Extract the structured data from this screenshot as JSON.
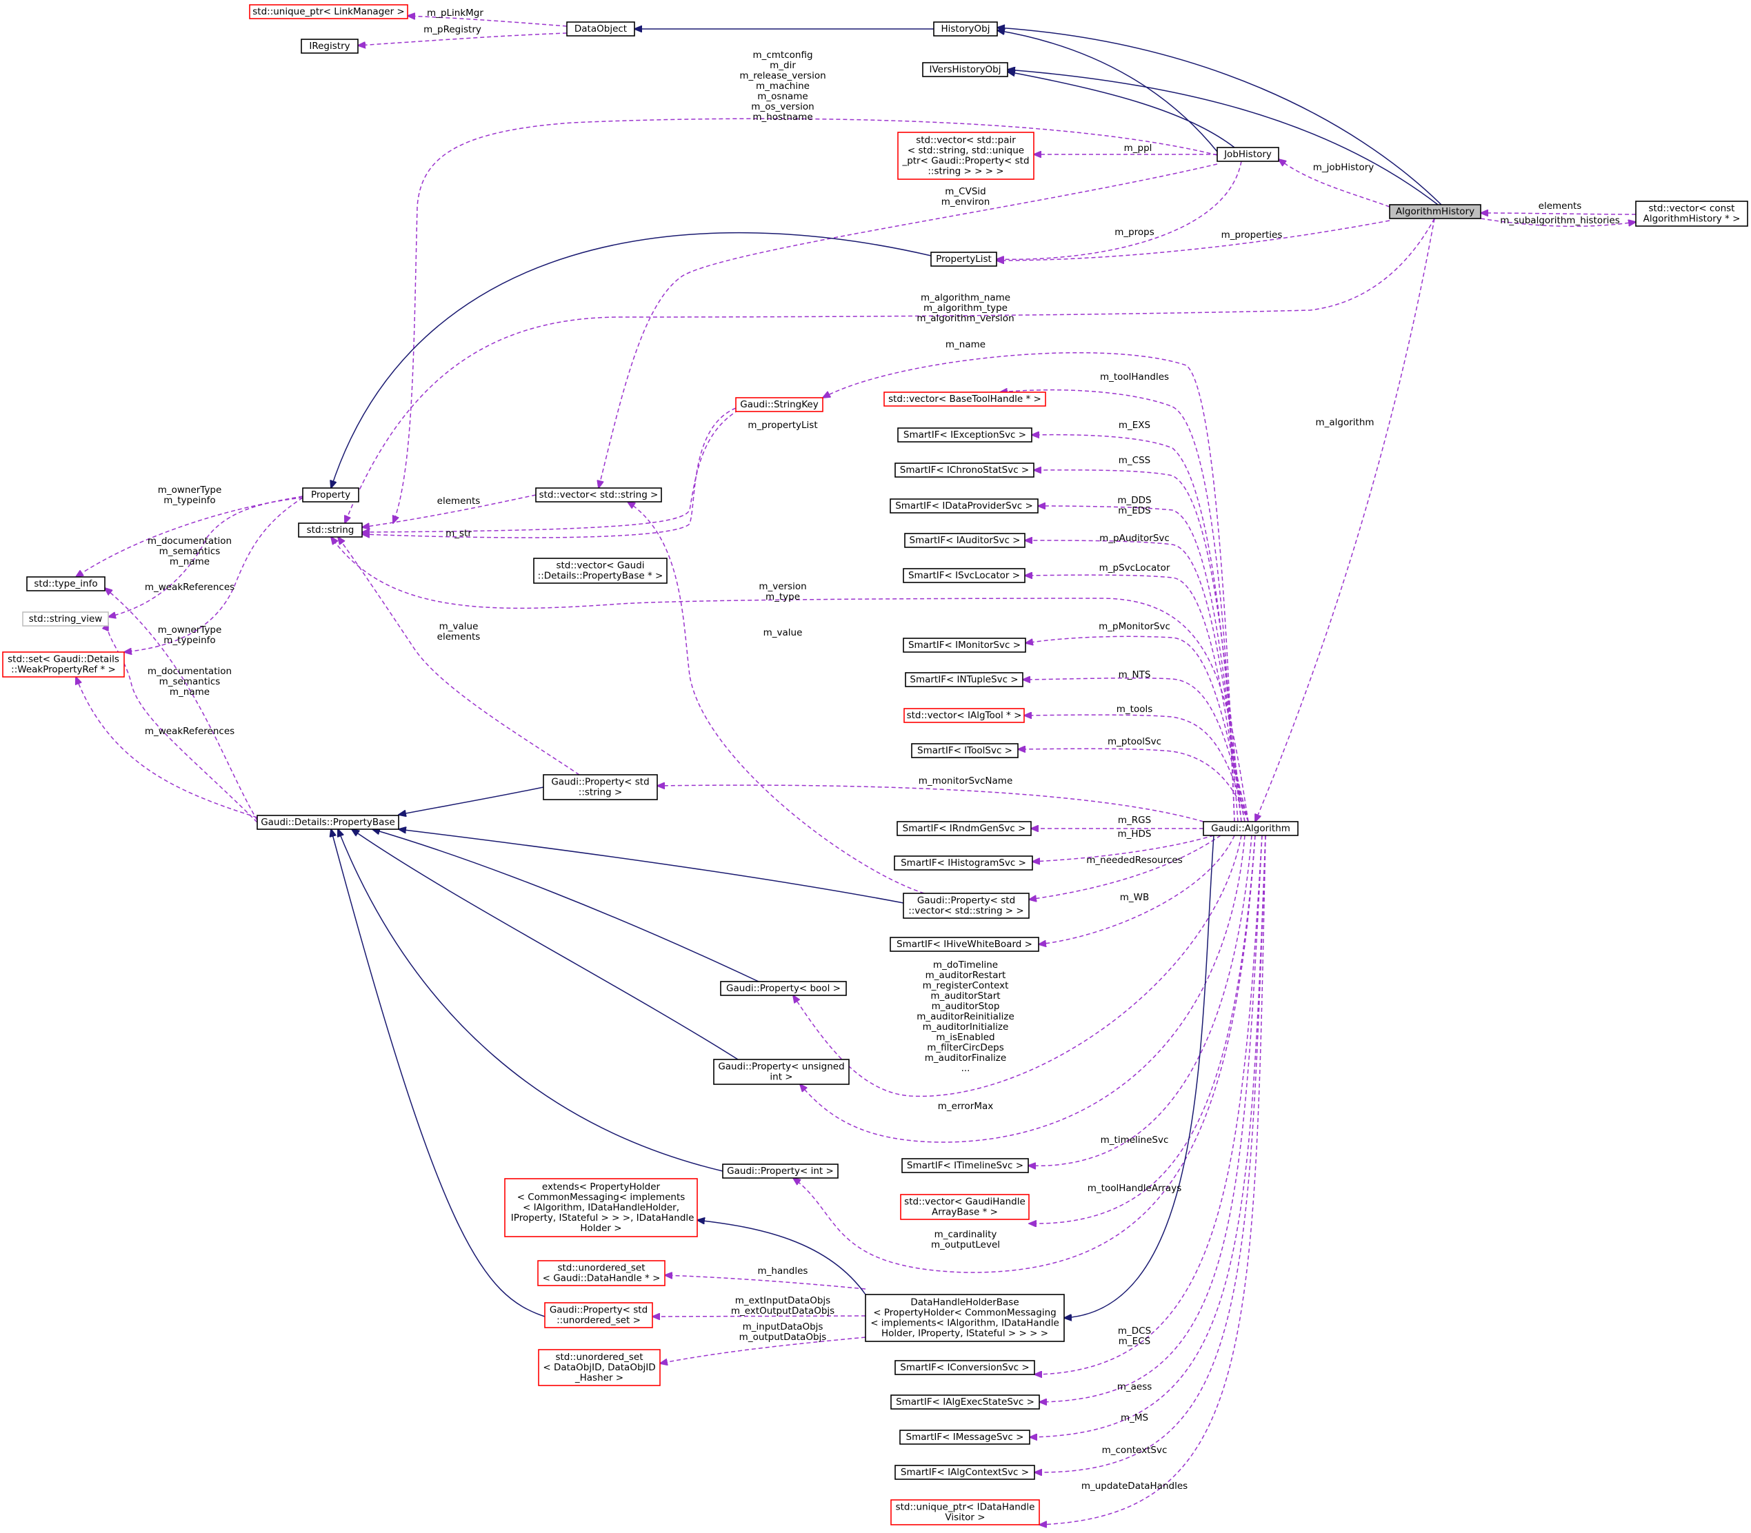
{
  "nodes": {
    "unique_ptr_linkmgr": {
      "lines": [
        "std::unique_ptr< LinkManager >"
      ],
      "style": "red"
    },
    "iregistry": {
      "lines": [
        "IRegistry"
      ],
      "style": "black"
    },
    "dataobject": {
      "lines": [
        "DataObject"
      ],
      "style": "black"
    },
    "historyobj": {
      "lines": [
        "HistoryObj"
      ],
      "style": "black"
    },
    "ivershistoryobj": {
      "lines": [
        "IVersHistoryObj"
      ],
      "style": "black"
    },
    "vector_pair": {
      "lines": [
        "std::vector< std::pair",
        "< std::string, std::unique",
        "_ptr< Gaudi::Property< std",
        "::string > > > >"
      ],
      "style": "red"
    },
    "jobhistory": {
      "lines": [
        "JobHistory"
      ],
      "style": "black"
    },
    "algorithmhistory": {
      "lines": [
        "AlgorithmHistory"
      ],
      "style": "highlight"
    },
    "vector_const_alghist": {
      "lines": [
        "std::vector< const",
        "AlgorithmHistory * >"
      ],
      "style": "black"
    },
    "propertylist": {
      "lines": [
        "PropertyList"
      ],
      "style": "black"
    },
    "stringkey": {
      "lines": [
        "Gaudi::StringKey"
      ],
      "style": "red"
    },
    "vector_basetoolhandle": {
      "lines": [
        "std::vector< BaseToolHandle * >"
      ],
      "style": "red"
    },
    "smartif_iexceptionsvc": {
      "lines": [
        "SmartIF< IExceptionSvc >"
      ],
      "style": "black"
    },
    "smartif_ichronostatsvc": {
      "lines": [
        "SmartIF< IChronoStatSvc >"
      ],
      "style": "black"
    },
    "smartif_idataprovidersvc": {
      "lines": [
        "SmartIF< IDataProviderSvc >"
      ],
      "style": "black"
    },
    "smartif_iauditorsvc": {
      "lines": [
        "SmartIF< IAuditorSvc >"
      ],
      "style": "black"
    },
    "smartif_isvclocator": {
      "lines": [
        "SmartIF< ISvcLocator >"
      ],
      "style": "black"
    },
    "smartif_imonitorsvc": {
      "lines": [
        "SmartIF< IMonitorSvc >"
      ],
      "style": "black"
    },
    "smartif_intuplesvc": {
      "lines": [
        "SmartIF< INTupleSvc >"
      ],
      "style": "black"
    },
    "vector_ialgtool": {
      "lines": [
        "std::vector< IAlgTool * >"
      ],
      "style": "red"
    },
    "smartif_itoolsvc": {
      "lines": [
        "SmartIF< IToolSvc >"
      ],
      "style": "black"
    },
    "property": {
      "lines": [
        "Property"
      ],
      "style": "black"
    },
    "std_string": {
      "lines": [
        "std::string"
      ],
      "style": "black"
    },
    "vector_string": {
      "lines": [
        "std::vector< std::string >"
      ],
      "style": "black"
    },
    "type_info": {
      "lines": [
        "std::type_info"
      ],
      "style": "black"
    },
    "string_view": {
      "lines": [
        "std::string_view"
      ],
      "style": "gray"
    },
    "set_weakpropref": {
      "lines": [
        "std::set< Gaudi::Details",
        "::WeakPropertyRef * >"
      ],
      "style": "red"
    },
    "vector_propertybase": {
      "lines": [
        "std::vector< Gaudi",
        "::Details::PropertyBase * >"
      ],
      "style": "black"
    },
    "propertybase": {
      "lines": [
        "Gaudi::Details::PropertyBase"
      ],
      "style": "black"
    },
    "property_string": {
      "lines": [
        "Gaudi::Property< std",
        "::string >"
      ],
      "style": "black"
    },
    "smartif_irndmgensvc": {
      "lines": [
        "SmartIF< IRndmGenSvc >"
      ],
      "style": "black"
    },
    "smartif_ihistogramsvc": {
      "lines": [
        "SmartIF< IHistogramSvc >"
      ],
      "style": "black"
    },
    "property_vector_string": {
      "lines": [
        "Gaudi::Property< std",
        "::vector< std::string > >"
      ],
      "style": "black"
    },
    "smartif_ihivewhiteboard": {
      "lines": [
        "SmartIF< IHiveWhiteBoard >"
      ],
      "style": "black"
    },
    "gaudi_algorithm": {
      "lines": [
        "Gaudi::Algorithm"
      ],
      "style": "black"
    },
    "property_bool": {
      "lines": [
        "Gaudi::Property< bool >"
      ],
      "style": "black"
    },
    "property_unsigned": {
      "lines": [
        "Gaudi::Property< unsigned",
        "int >"
      ],
      "style": "black"
    },
    "property_int": {
      "lines": [
        "Gaudi::Property< int >"
      ],
      "style": "black"
    },
    "smartif_itimelinesvc": {
      "lines": [
        "SmartIF< ITimelineSvc >"
      ],
      "style": "black"
    },
    "vector_gaudihandlearray": {
      "lines": [
        "std::vector< GaudiHandle",
        "ArrayBase * >"
      ],
      "style": "red"
    },
    "extends_propertyholder": {
      "lines": [
        "extends< PropertyHolder",
        "< CommonMessaging< implements",
        "< IAlgorithm, IDataHandleHolder,",
        " IProperty, IStateful > > >, IDataHandle",
        "Holder >"
      ],
      "style": "red"
    },
    "unordered_set_datahandle": {
      "lines": [
        "std::unordered_set",
        "< Gaudi::DataHandle * >"
      ],
      "style": "red"
    },
    "property_unordered_set": {
      "lines": [
        "Gaudi::Property< std",
        "::unordered_set >"
      ],
      "style": "red"
    },
    "datahandleholderbase": {
      "lines": [
        "DataHandleHolderBase",
        "< PropertyHolder< CommonMessaging",
        "< implements< IAlgorithm, IDataHandle",
        "Holder, IProperty, IStateful > > > >"
      ],
      "style": "black"
    },
    "unordered_set_dataobjid": {
      "lines": [
        "std::unordered_set",
        "< DataObjID, DataObjID",
        "_Hasher >"
      ],
      "style": "red"
    },
    "smartif_iconversionsvc": {
      "lines": [
        "SmartIF< IConversionSvc >"
      ],
      "style": "black"
    },
    "smartif_ialgexecstatesvc": {
      "lines": [
        "SmartIF< IAlgExecStateSvc >"
      ],
      "style": "black"
    },
    "smartif_imessagesvc": {
      "lines": [
        "SmartIF< IMessageSvc >"
      ],
      "style": "black"
    },
    "smartif_ialgcontextsvc": {
      "lines": [
        "SmartIF< IAlgContextSvc >"
      ],
      "style": "black"
    },
    "unique_ptr_datahandlevisitor": {
      "lines": [
        "std::unique_ptr< IDataHandle",
        "Visitor >"
      ],
      "style": "red"
    }
  },
  "edge_labels": {
    "m_pLinkMgr": [
      "m_pLinkMgr"
    ],
    "m_pRegistry": [
      "m_pRegistry"
    ],
    "jobhistory_strings": [
      "m_cmtconfig",
      "m_dir",
      "m_release_version",
      "m_machine",
      "m_osname",
      "m_os_version",
      "m_hostname"
    ],
    "m_ppl": [
      "m_ppl"
    ],
    "m_jobHistory": [
      "m_jobHistory"
    ],
    "elements_subalg": [
      "elements"
    ],
    "m_subalgorithm_histories": [
      "m_subalgorithm_histories"
    ],
    "m_CVSid": [
      "m_CVSid",
      "m_environ"
    ],
    "m_props": [
      "m_props"
    ],
    "m_properties": [
      "m_properties"
    ],
    "algorithm_name": [
      "m_algorithm_name",
      "m_algorithm_type",
      "m_algorithm_version"
    ],
    "m_name": [
      "m_name"
    ],
    "m_toolHandles": [
      "m_toolHandles"
    ],
    "m_algorithm": [
      "m_algorithm"
    ],
    "m_EXS": [
      "m_EXS"
    ],
    "m_propertyList": [
      "m_propertyList"
    ],
    "m_CSS": [
      "m_CSS"
    ],
    "m_ownerType": [
      "m_ownerType",
      "m_typeinfo"
    ],
    "elements_string": [
      "elements"
    ],
    "m_DDS": [
      "m_DDS",
      "m_EDS"
    ],
    "m_documentation": [
      "m_documentation",
      "m_semantics",
      "m_name"
    ],
    "m_str": [
      "m_str"
    ],
    "m_pAuditorSvc": [
      "m_pAuditorSvc"
    ],
    "m_weakReferences": [
      "m_weakReferences"
    ],
    "m_pSvcLocator": [
      "m_pSvcLocator"
    ],
    "m_version": [
      "m_version",
      "m_type"
    ],
    "m_value_elements": [
      "m_value",
      "elements"
    ],
    "m_ownerType2": [
      "m_ownerType",
      "m_typeinfo"
    ],
    "m_value": [
      "m_value"
    ],
    "m_pMonitorSvc": [
      "m_pMonitorSvc"
    ],
    "m_documentation2": [
      "m_documentation",
      "m_semantics",
      "m_name"
    ],
    "m_NTS": [
      "m_NTS"
    ],
    "m_tools": [
      "m_tools"
    ],
    "m_weakReferences2": [
      "m_weakReferences"
    ],
    "m_ptoolSvc": [
      "m_ptoolSvc"
    ],
    "m_monitorSvcName": [
      "m_monitorSvcName"
    ],
    "m_RGS": [
      "m_RGS"
    ],
    "m_HDS": [
      "m_HDS"
    ],
    "m_neededResources": [
      "m_neededResources"
    ],
    "m_WB": [
      "m_WB"
    ],
    "bool_props": [
      "m_doTimeline",
      "m_auditorRestart",
      "m_registerContext",
      "m_auditorStart",
      "m_auditorStop",
      "m_auditorReinitialize",
      "m_auditorInitialize",
      "m_isEnabled",
      "m_filterCircDeps",
      "m_auditorFinalize",
      "..."
    ],
    "m_errorMax": [
      "m_errorMax"
    ],
    "m_timelineSvc": [
      "m_timelineSvc"
    ],
    "m_toolHandleArrays": [
      "m_toolHandleArrays"
    ],
    "m_cardinality": [
      "m_cardinality",
      "m_outputLevel"
    ],
    "m_handles": [
      "m_handles"
    ],
    "m_extInputDataObjs": [
      "m_extInputDataObjs",
      "m_extOutputDataObjs"
    ],
    "m_inputDataObjs": [
      "m_inputDataObjs",
      "m_outputDataObjs"
    ],
    "m_DCS": [
      "m_DCS",
      "m_ECS"
    ],
    "m_aess": [
      "m_aess"
    ],
    "m_MS": [
      "m_MS"
    ],
    "m_contextSvc": [
      "m_contextSvc"
    ],
    "m_updateDataHandles": [
      "m_updateDataHandles"
    ]
  },
  "colors": {
    "inheritance": "#191970",
    "usage": "#9a32cd",
    "node_border": "#000000",
    "incomplete_border": "#ff0000",
    "external_border": "#bfbfbf",
    "highlight_fill": "#bfbfbf"
  }
}
